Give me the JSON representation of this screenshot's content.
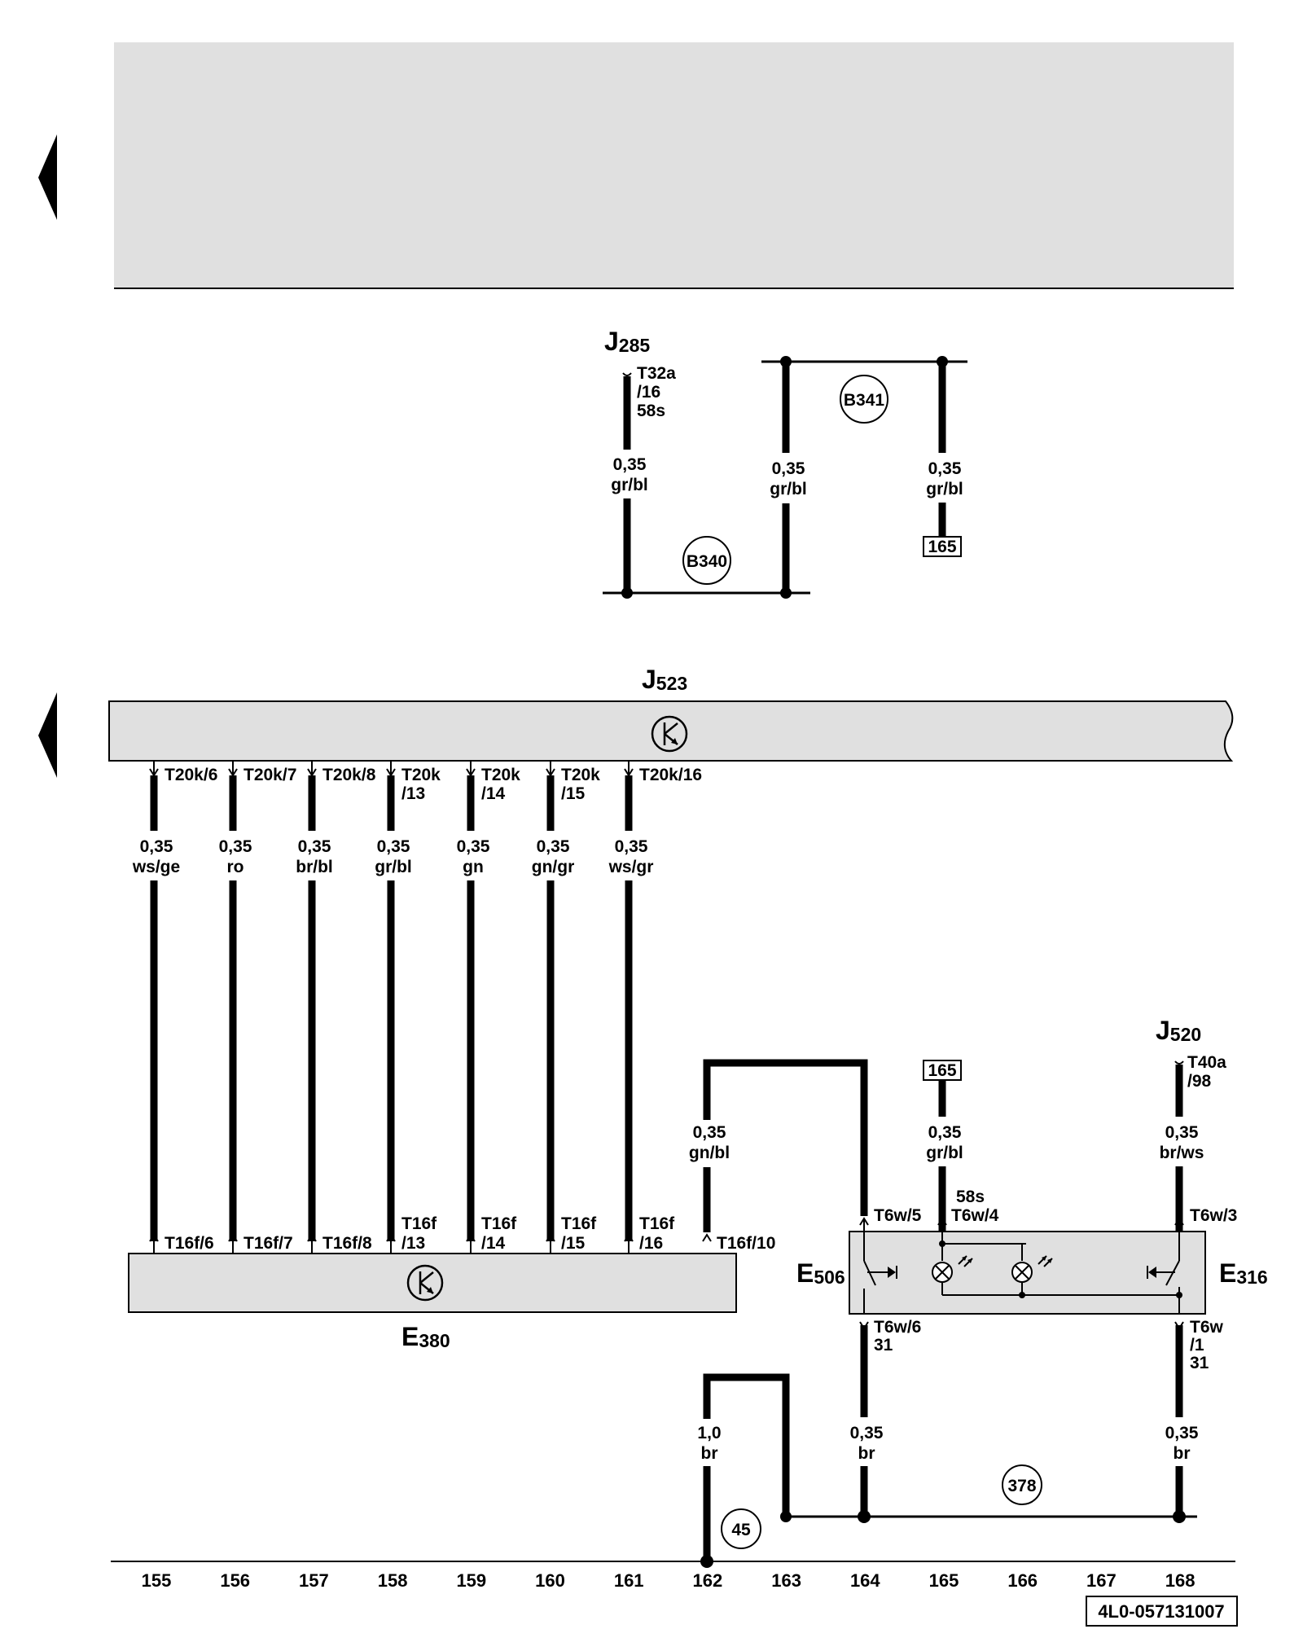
{
  "components": {
    "J285": {
      "letter": "J",
      "sub": "285",
      "pin": "T32a",
      "pin2": "/16",
      "pin3": "58s"
    },
    "J523": {
      "letter": "J",
      "sub": "523"
    },
    "E380": {
      "letter": "E",
      "sub": "380"
    },
    "E506": {
      "letter": "E",
      "sub": "506"
    },
    "E316": {
      "letter": "E",
      "sub": "316"
    },
    "J520": {
      "letter": "J",
      "sub": "520",
      "pin": "T40a",
      "pin2": "/98"
    }
  },
  "connections": {
    "B340": "B340",
    "B341": "B341",
    "c378": "378",
    "c45": "45"
  },
  "refs": {
    "r165_top": "165",
    "r165_mid": "165"
  },
  "top_wires": {
    "w1": {
      "size": "0,35",
      "color": "gr/bl"
    },
    "w2": {
      "size": "0,35",
      "color": "gr/bl"
    },
    "w3": {
      "size": "0,35",
      "color": "gr/bl"
    }
  },
  "bus_wires": [
    {
      "top_pin": "T20k/6",
      "top_pin2": "",
      "size": "0,35",
      "color": "ws/ge",
      "bot_pin": "T16f/6",
      "bot_pin2": ""
    },
    {
      "top_pin": "T20k/7",
      "top_pin2": "",
      "size": "0,35",
      "color": "ro",
      "bot_pin": "T16f/7",
      "bot_pin2": ""
    },
    {
      "top_pin": "T20k/8",
      "top_pin2": "",
      "size": "0,35",
      "color": "br/bl",
      "bot_pin": "T16f/8",
      "bot_pin2": ""
    },
    {
      "top_pin": "T20k",
      "top_pin2": "/13",
      "size": "0,35",
      "color": "gr/bl",
      "bot_pin": "T16f",
      "bot_pin2": "/13"
    },
    {
      "top_pin": "T20k",
      "top_pin2": "/14",
      "size": "0,35",
      "color": "gn",
      "bot_pin": "T16f",
      "bot_pin2": "/14"
    },
    {
      "top_pin": "T20k",
      "top_pin2": "/15",
      "size": "0,35",
      "color": "gn/gr",
      "bot_pin": "T16f",
      "bot_pin2": "/15"
    },
    {
      "top_pin": "T20k/16",
      "top_pin2": "",
      "size": "0,35",
      "color": "ws/gr",
      "bot_pin": "T16f",
      "bot_pin2": "/16"
    }
  ],
  "lower_wires": {
    "gnbl": {
      "size": "0,35",
      "color": "gn/bl",
      "pin": "T16f/10"
    },
    "grbl": {
      "size": "0,35",
      "color": "gr/bl"
    },
    "brws": {
      "size": "0,35",
      "color": "br/ws"
    },
    "br1": {
      "size": "1,0",
      "color": "br"
    },
    "br2": {
      "size": "0,35",
      "color": "br"
    },
    "br3": {
      "size": "0,35",
      "color": "br"
    }
  },
  "switch_pins": {
    "t6w5": "T6w/5",
    "t6w4": "T6w/4",
    "s58s": "58s",
    "t6w3": "T6w/3",
    "t6w6": "T6w/6",
    "s31a": "31",
    "t6w1a": "T6w",
    "t6w1b": "/1",
    "s31b": "31"
  },
  "columns": [
    "155",
    "156",
    "157",
    "158",
    "159",
    "160",
    "161",
    "162",
    "163",
    "164",
    "165",
    "166",
    "167",
    "168"
  ],
  "doc_id": "4L0-057131007"
}
